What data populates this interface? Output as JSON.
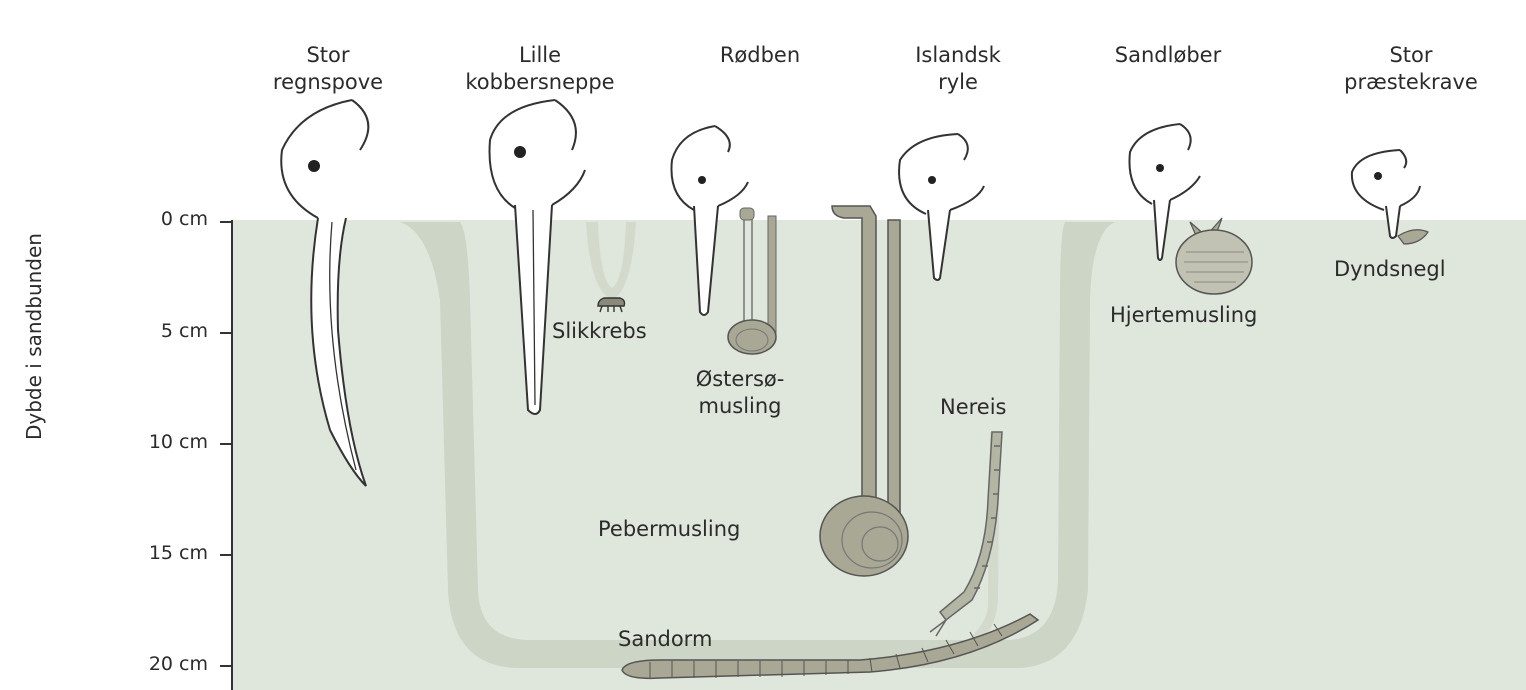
{
  "birds": [
    {
      "line1": "Stor",
      "line2": "regnspove"
    },
    {
      "line1": "Lille",
      "line2": "kobbersneppe"
    },
    {
      "line1": "Rødben",
      "line2": ""
    },
    {
      "line1": "Islandsk",
      "line2": "ryle"
    },
    {
      "line1": "Sandløber",
      "line2": ""
    },
    {
      "line1": "Stor",
      "line2": "præstekrave"
    }
  ],
  "depth_axis": {
    "label": "Dybde i sandbunden",
    "ticks": [
      "0 cm",
      "5 cm",
      "10 cm",
      "15 cm",
      "20 cm"
    ]
  },
  "organisms": {
    "slikkrebs": "Slikkrebs",
    "ostersomusling_1": "Østersø-",
    "ostersomusling_2": "musling",
    "pebermusling": "Pebermusling",
    "nereis": "Nereis",
    "hjertemusling": "Hjertemusling",
    "dyndsnegl": "Dyndsnegl",
    "sandorm": "Sandorm"
  },
  "colors": {
    "sediment": "#dfe6dc",
    "burrow": "#cdd5c6",
    "organism": "#a8a894",
    "outline": "#333333"
  }
}
